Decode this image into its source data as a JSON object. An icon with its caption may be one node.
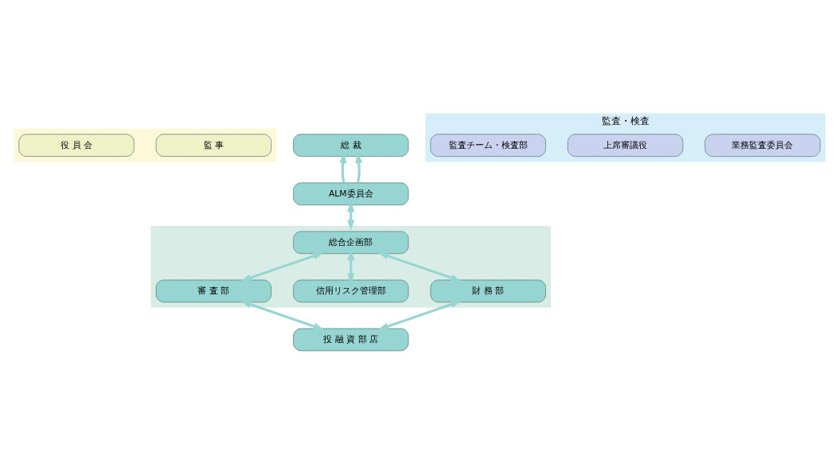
{
  "diagram": {
    "nodes": [
      {
        "text": [],
        "shape": "box"
      },
      {
        "text": [
          "監 事"
        ],
        "in": 0
      },
      {
        "text": [
          "役 員 会"
        ],
        "in": 0
      },
      {
        "text": [
          "総 裁"
        ]
      },
      {
        "text": [
          "ALM委員会"
        ]
      },
      {
        "text": [
          "監査・検査"
        ]
      },
      {
        "text": [
          "業務監査委員会"
        ],
        "in": 5
      },
      {
        "text": [
          "上席審議役"
        ],
        "in": 5
      },
      {
        "text": [
          "監査チーム・検査部"
        ],
        "in": 5
      },
      {
        "text": [],
        "shape": "box"
      },
      {
        "text": [
          "総合企画部"
        ],
        "in": 9
      },
      {
        "text": [
          "審 査 部"
        ],
        "in": 9
      },
      {
        "text": [
          "信用リスク管理部"
        ],
        "in": 9
      },
      {
        "text": [
          "財 務 部"
        ],
        "in": 9
      },
      {
        "text": [
          "投 融 資 部 店"
        ]
      }
    ],
    "edges": [
      {
        "from": 4,
        "to": 3,
        "arrow": "to"
      },
      {
        "from": 4,
        "to": 3,
        "arrow": "to"
      },
      {
        "from": 4,
        "to": 9,
        "arrow": "both"
      },
      {
        "from": 10,
        "to": 12,
        "arrow": "both"
      },
      {
        "from": 10,
        "to": 11,
        "arrow": "both"
      },
      {
        "from": 10,
        "to": 13,
        "arrow": "both"
      },
      {
        "from": 11,
        "to": 14,
        "arrow": "both"
      },
      {
        "from": 13,
        "to": 14,
        "arrow": "both"
      }
    ]
  }
}
